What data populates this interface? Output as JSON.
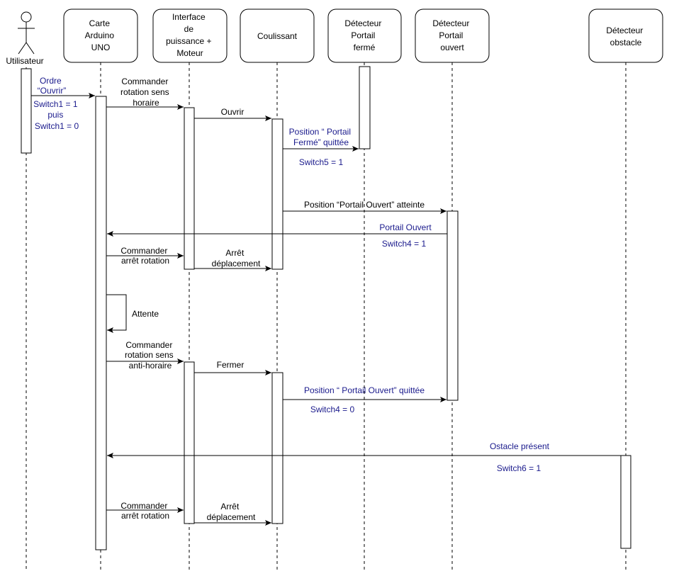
{
  "participants": {
    "utilisateur": "Utilisateur",
    "carte": [
      "Carte",
      "Arduino",
      "UNO"
    ],
    "interface": [
      "Interface",
      "de",
      "puissance +",
      "Moteur"
    ],
    "coulissant": [
      "Coulissant"
    ],
    "ferme": [
      "Détecteur",
      "Portail",
      "fermé"
    ],
    "ouvert": [
      "Détecteur",
      "Portail",
      "ouvert"
    ],
    "obstacle": [
      "Détecteur",
      "obstacle"
    ]
  },
  "messages": {
    "m1": [
      "Ordre",
      "“Ouvrir”"
    ],
    "m1_note": [
      "Switch1 = 1",
      "puis",
      "Switch1 = 0"
    ],
    "m2": [
      "Commander",
      "rotation sens",
      "horaire"
    ],
    "m3": [
      "Ouvrir"
    ],
    "m4": [
      "Position “ Portail",
      "Fermé” quittée"
    ],
    "m4_note": [
      "Switch5 = 1"
    ],
    "m5": [
      "Position “Portail Ouvert” atteinte"
    ],
    "m6": [
      "Portail Ouvert"
    ],
    "m6_note": [
      "Switch4 = 1"
    ],
    "m7": [
      "Commander",
      "arrêt rotation"
    ],
    "m8": [
      "Arrêt",
      "déplacement"
    ],
    "m9": [
      "Attente"
    ],
    "m10": [
      "Commander",
      "rotation sens",
      "anti-horaire"
    ],
    "m11": [
      "Fermer"
    ],
    "m12": [
      "Position “ Portail Ouvert” quittée"
    ],
    "m12_note": [
      "Switch4 = 0"
    ],
    "m13": [
      "Ostacle présent"
    ],
    "m13_note": [
      "Switch6 = 1"
    ],
    "m14": [
      "Commander",
      "arrêt rotation"
    ],
    "m15": [
      "Arrêt",
      "déplacement"
    ]
  }
}
